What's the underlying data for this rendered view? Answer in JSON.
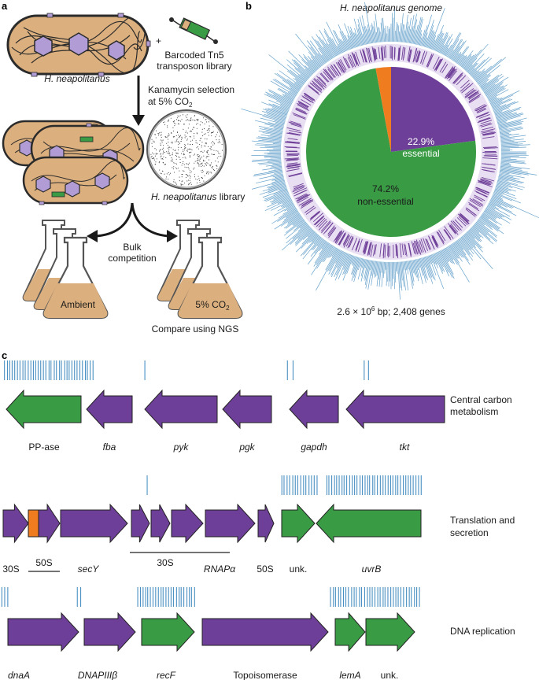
{
  "colors": {
    "purple": "#6e3f98",
    "green": "#3a9b45",
    "orange": "#ef7d1f",
    "blue": "#4a90c2",
    "cell_fill": "#dcb07e",
    "cell_stroke": "#2b2b2b",
    "hexagon": "#b29cd6"
  },
  "panel_a": {
    "label": "a",
    "organism": "H. neapolitanus",
    "plus": "+",
    "transposon_line1": "Barcoded Tn5",
    "transposon_line2": "transposon library",
    "selection_line1": "Kanamycin selection",
    "selection_line2_prefix": "at 5% CO",
    "selection_line2_sub": "2",
    "library_label_italic": "H. neapolitanus",
    "library_label_rest": " library",
    "competition_line1": "Bulk",
    "competition_line2": "competition",
    "flask_left_label": "Ambient",
    "flask_right_prefix": "5% CO",
    "flask_right_sub": "2",
    "compare_label": "Compare using NGS"
  },
  "panel_b": {
    "label": "b",
    "title": "H. neapolitanus genome",
    "pie": [
      {
        "name": "essential",
        "percent": 22.9,
        "pct_label": "22.9%",
        "text": "essential",
        "color": "#6e3f98"
      },
      {
        "name": "non-essential",
        "percent": 74.2,
        "pct_label": "74.2%",
        "text": "non-essential",
        "color": "#3a9b45"
      },
      {
        "name": "other",
        "percent": 2.9,
        "pct_label": "",
        "text": "",
        "color": "#ef7d1f"
      }
    ],
    "caption_prefix": "2.6 × 10",
    "caption_sup": "6",
    "caption_rest": " bp; 2,408 genes"
  },
  "panel_c": {
    "label": "c",
    "rows": [
      {
        "category_lines": [
          "Central carbon",
          "metabolism"
        ],
        "genes": [
          {
            "name": "PP-ase",
            "italic": false,
            "type": "nonessential",
            "dir": "left"
          },
          {
            "name": "fba",
            "italic": true,
            "type": "essential",
            "dir": "left"
          },
          {
            "name": "pyk",
            "italic": true,
            "type": "essential",
            "dir": "left"
          },
          {
            "name": "pgk",
            "italic": true,
            "type": "essential",
            "dir": "left"
          },
          {
            "name": "gapdh",
            "italic": true,
            "type": "essential",
            "dir": "left"
          },
          {
            "name": "tkt",
            "italic": true,
            "type": "essential",
            "dir": "left"
          }
        ]
      },
      {
        "category_lines": [
          "Translation and",
          "secretion"
        ],
        "genes": [
          {
            "name": "30S",
            "italic": false,
            "type": "essential",
            "dir": "right"
          },
          {
            "name": "50S",
            "italic": false,
            "type": "essential",
            "dir": "right"
          },
          {
            "name": "secY",
            "italic": true,
            "type": "essential",
            "dir": "right"
          },
          {
            "name": "30S",
            "italic": false,
            "type": "essential",
            "dir": "right"
          },
          {
            "name": "RNAPα",
            "italic": true,
            "type": "essential",
            "dir": "right"
          },
          {
            "name": "50S",
            "italic": false,
            "type": "essential",
            "dir": "right"
          },
          {
            "name": "unk.",
            "italic": false,
            "type": "nonessential",
            "dir": "right"
          },
          {
            "name": "uvrB",
            "italic": true,
            "type": "nonessential",
            "dir": "left"
          }
        ]
      },
      {
        "category_lines": [
          "DNA replication"
        ],
        "genes": [
          {
            "name": "dnaA",
            "italic": true,
            "type": "essential",
            "dir": "right"
          },
          {
            "name": "DNAPIIIβ",
            "italic": true,
            "type": "essential",
            "dir": "right"
          },
          {
            "name": "recF",
            "italic": true,
            "type": "nonessential",
            "dir": "right"
          },
          {
            "name": "Topoisomerase",
            "italic": false,
            "type": "essential",
            "dir": "right"
          },
          {
            "name": "lemA",
            "italic": true,
            "type": "nonessential",
            "dir": "right"
          },
          {
            "name": "unk.",
            "italic": false,
            "type": "nonessential",
            "dir": "right"
          }
        ]
      }
    ]
  }
}
